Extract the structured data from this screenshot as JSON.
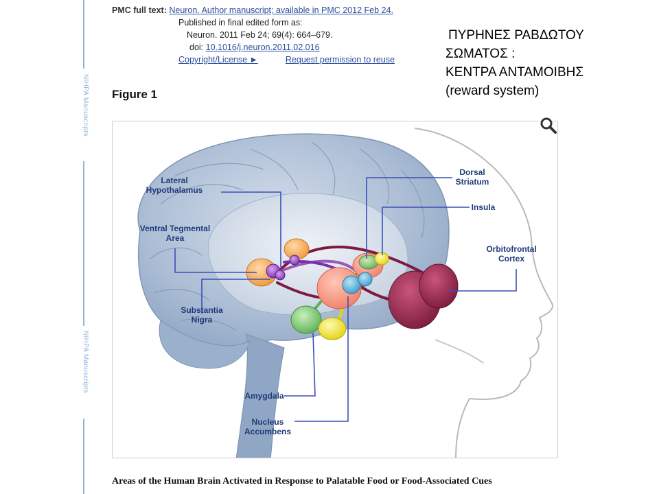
{
  "sidebar": {
    "label_top": "NIHPA Manuscripts",
    "label_bottom": "NIHPA Manuscripts"
  },
  "meta": {
    "pmc_key": "PMC full text:",
    "pmc_link": "Neuron. Author manuscript; available in PMC 2012 Feb 24.",
    "published_line": "Published in final edited form as:",
    "citation": "Neuron. 2011 Feb 24; 69(4): 664–679.",
    "doi_key": "doi:",
    "doi_link": "10.1016/j.neuron.2011.02.016",
    "copyright_link": "Copyright/License ►",
    "permission_link": "Request permission to reuse"
  },
  "annotation": {
    "line1": "ΠΥΡΗΝΕΣ ΡΑΒΔΩΤΟΥ",
    "line2": "ΣΩΜΑΤΟΣ :",
    "line3": "ΚΕΝΤΡΑ ΑΝΤΑΜΟΙΒΗΣ",
    "line4": "(reward system)"
  },
  "figure": {
    "title": "Figure 1",
    "labels": {
      "lateral_hypothalamus_1": "Lateral",
      "lateral_hypothalamus_2": "Hypothalamus",
      "vta_1": "Ventral Tegmental",
      "vta_2": "Area",
      "substantia_1": "Substantia",
      "substantia_2": "Nigra",
      "amygdala": "Amygdala",
      "nucleus_1": "Nucleus",
      "nucleus_2": "Accumbens",
      "dorsal_1": "Dorsal",
      "dorsal_2": "Striatum",
      "insula": "Insula",
      "orbito_1": "Orbitofrontal",
      "orbito_2": "Cortex"
    },
    "caption": "Areas of the Human Brain Activated in Response to Palatable Food or Food-Associated Cues"
  },
  "colors": {
    "link": "#2a4d9b",
    "label": "#1f3a78",
    "leader": "#3a4fb8",
    "sidebar": "#8fb3d9"
  },
  "icons": {
    "zoom": "magnifier-icon"
  }
}
